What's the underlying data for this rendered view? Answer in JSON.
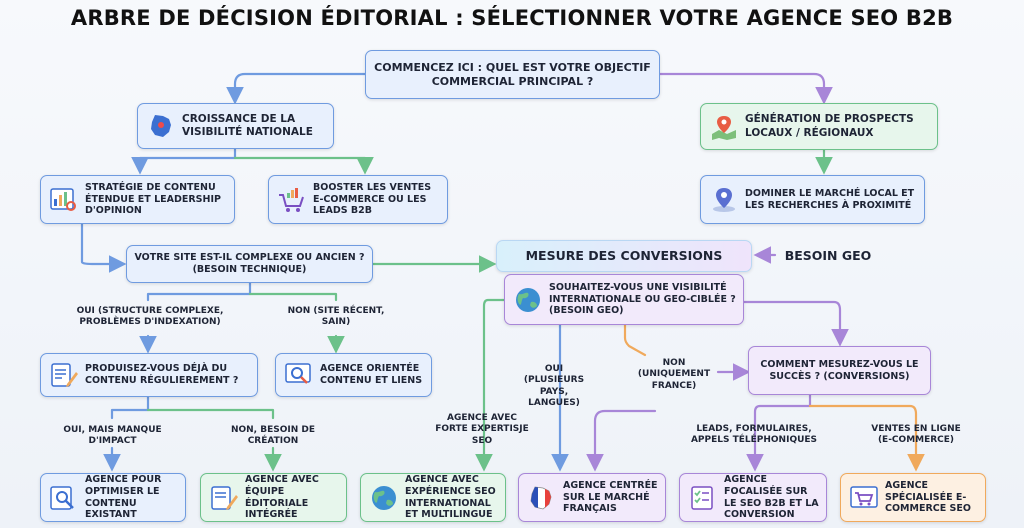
{
  "title": "ARBRE DE DÉCISION ÉDITORIAL : SÉLECTIONNER VOTRE AGENCE SEO B2B",
  "nodes": {
    "start": "COMMENCEZ ICI : QUEL EST VOTRE OBJECTIF COMMERCIAL PRINCIPAL ?",
    "national": "CROISSANCE DE LA VISIBILITÉ NATIONALE",
    "local": "GÉNÉRATION DE PROSPECTS LOCAUX / RÉGIONAUX",
    "content_strategy": "STRATÉGIE DE CONTENU ÉTENDUE ET LEADERSHIP D'OPINION",
    "boost_sales": "BOOSTER LES VENTES E-COMMERCE OU LES LEADS B2B",
    "dominate_local": "DOMINER LE MARCHÉ LOCAL ET LES RECHERCHES À PROXIMITÉ",
    "site_complex": "VOTRE SITE EST-IL COMPLEXE OU ANCIEN ? (BESOIN TECHNIQUE)",
    "mesure": "MESURE DES CONVERSIONS",
    "besoin_geo": "BESOIN GEO",
    "visibility": "SOUHAITEZ-VOUS UNE VISIBILITÉ INTERNATIONALE OU GEO-CIBLÉE ? (BESOIN GEO)",
    "produce": "PRODUISEZ-VOUS DÉJÀ DU CONTENU RÉGULIEREMENT ?",
    "agency_content_links": "AGENCE ORIENTÉE CONTENU ET LIENS",
    "measure_success": "COMMENT MESUREZ-VOUS LE SUCCÈS ? (CONVERSIONS)",
    "agency_optimize": "AGENCE POUR OPTIMISER LE CONTENU EXISTANT",
    "agency_editorial": "AGENCE AVEC ÉQUIPE ÉDITORIALE INTÉGRÉE",
    "agency_international": "AGENCE AVEC EXPÉRIENCE SEO INTERNATIONAL ET MULTILINGUE",
    "agency_french": "AGENCE CENTRÉE SUR LE MARCHÉ FRANÇAIS",
    "agency_b2b": "AGENCE FOCALISÉE SUR LE SEO B2B ET LA CONVERSION",
    "agency_ecommerce": "AGENCE SPÉCIALISÉE E-COMMERCE SEO"
  },
  "edges": {
    "oui_structure": "OUI (STRUCTURE COMPLEXE, PROBLÈMES D'INDEXATION)",
    "non_recent": "NON (SITE RÉCENT, SAIN)",
    "oui_impact": "OUI, MAIS MANQUE D'IMPACT",
    "non_creation": "NON, BESOIN DE CRÉATION",
    "forte_expertise": "AGENCE AVEC FORTE EXPERTISJE SEO",
    "oui_plusieurs": "OUI (PLUSIEURS PAYS, LANGUES)",
    "non_france": "NON (UNIQUEMENT FRANCE)",
    "leads": "LEADS, FORMULAIRES, APPELS TÉLÉPHONIQUES",
    "ventes": "VENTES EN LIGNE (E-COMMERCE)"
  },
  "icons": {
    "national": "france-map-icon",
    "local": "map-pin-icon",
    "content_strategy": "analytics-document-icon",
    "boost_sales": "shopping-cart-icon",
    "dominate_local": "location-icon",
    "visibility": "globe-icon",
    "produce": "edit-document-icon",
    "agency_content_links": "search-analytics-icon",
    "agency_optimize": "search-document-icon",
    "agency_editorial": "editorial-icon",
    "agency_international": "globe-icon",
    "agency_french": "france-flag-icon",
    "agency_b2b": "checklist-icon",
    "agency_ecommerce": "cart-icon"
  },
  "colors": {
    "blue": "#6f9be0",
    "green": "#6cc18a",
    "purple": "#a886d8",
    "orange": "#f0a95c"
  }
}
